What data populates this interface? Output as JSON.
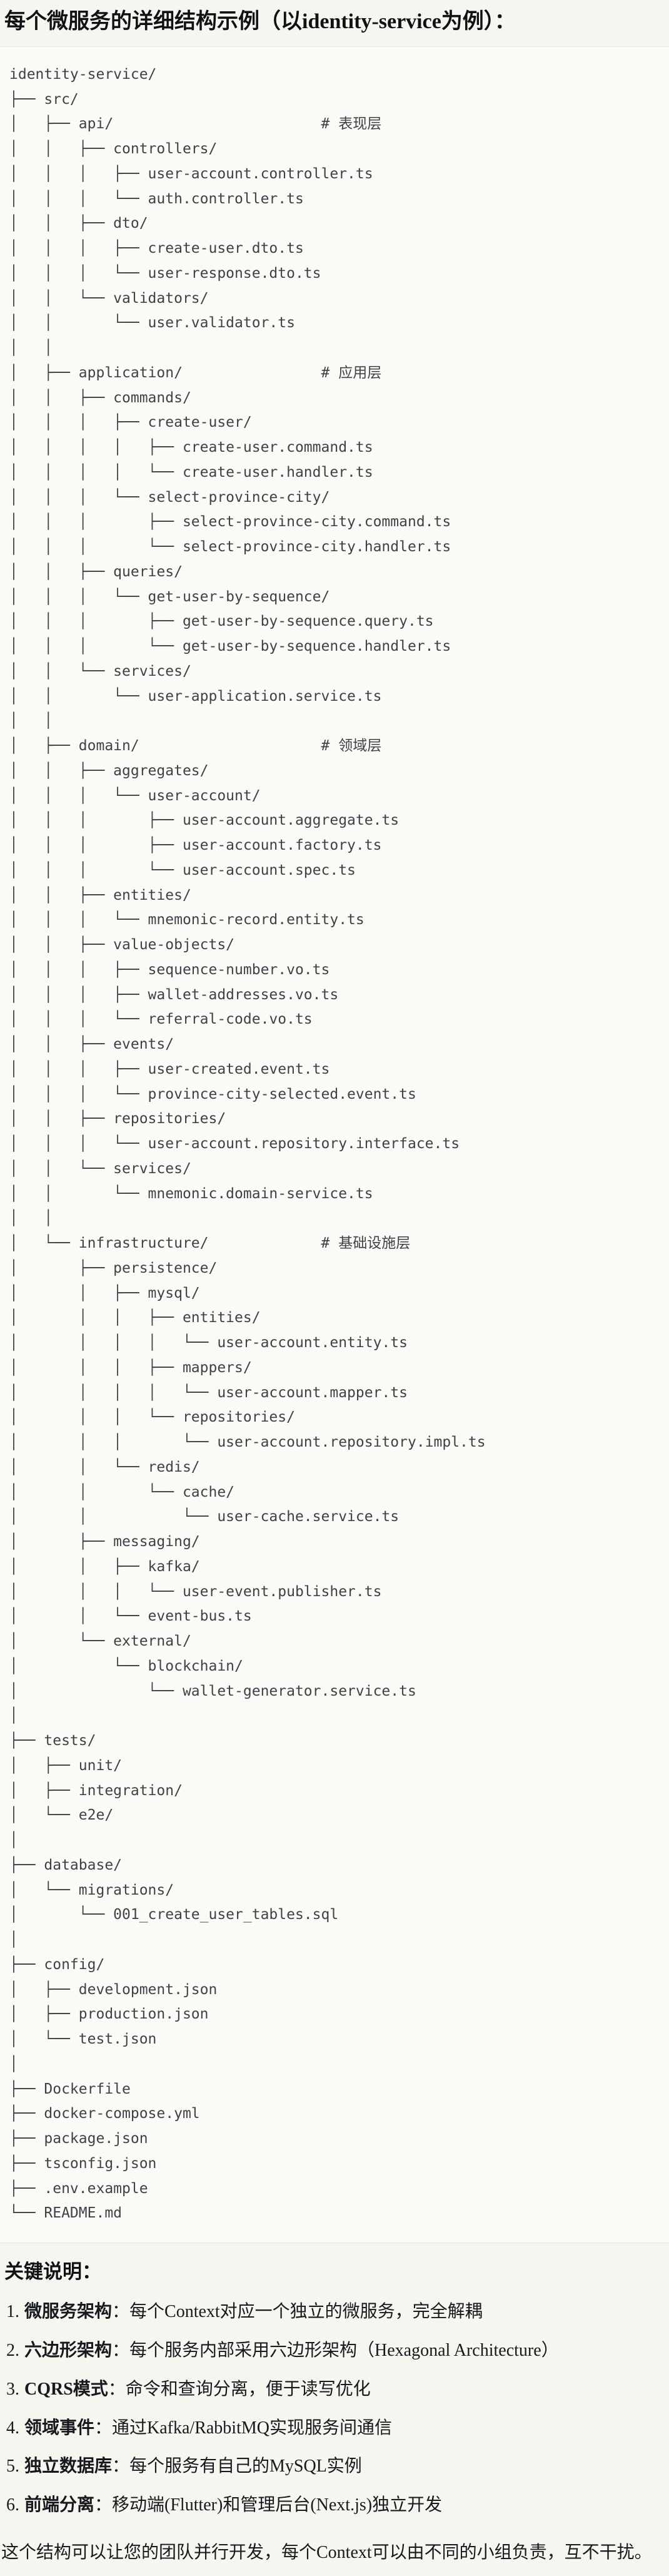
{
  "colors": {
    "page_bg": "#f6f5f0",
    "code_bg": "#fbfaf6",
    "code_border": "#e7e5dd",
    "code_text": "#3d4249"
  },
  "title": "每个微服务的详细结构示例（以identity-service为例）：",
  "tree_lines": [
    "identity-service/",
    "├── src/",
    "│   ├── api/                        # 表现层",
    "│   │   ├── controllers/",
    "│   │   │   ├── user-account.controller.ts",
    "│   │   │   └── auth.controller.ts",
    "│   │   ├── dto/",
    "│   │   │   ├── create-user.dto.ts",
    "│   │   │   └── user-response.dto.ts",
    "│   │   └── validators/",
    "│   │       └── user.validator.ts",
    "│   │",
    "│   ├── application/                # 应用层",
    "│   │   ├── commands/",
    "│   │   │   ├── create-user/",
    "│   │   │   │   ├── create-user.command.ts",
    "│   │   │   │   └── create-user.handler.ts",
    "│   │   │   └── select-province-city/",
    "│   │   │       ├── select-province-city.command.ts",
    "│   │   │       └── select-province-city.handler.ts",
    "│   │   ├── queries/",
    "│   │   │   └── get-user-by-sequence/",
    "│   │   │       ├── get-user-by-sequence.query.ts",
    "│   │   │       └── get-user-by-sequence.handler.ts",
    "│   │   └── services/",
    "│   │       └── user-application.service.ts",
    "│   │",
    "│   ├── domain/                     # 领域层",
    "│   │   ├── aggregates/",
    "│   │   │   └── user-account/",
    "│   │   │       ├── user-account.aggregate.ts",
    "│   │   │       ├── user-account.factory.ts",
    "│   │   │       └── user-account.spec.ts",
    "│   │   ├── entities/",
    "│   │   │   └── mnemonic-record.entity.ts",
    "│   │   ├── value-objects/",
    "│   │   │   ├── sequence-number.vo.ts",
    "│   │   │   ├── wallet-addresses.vo.ts",
    "│   │   │   └── referral-code.vo.ts",
    "│   │   ├── events/",
    "│   │   │   ├── user-created.event.ts",
    "│   │   │   └── province-city-selected.event.ts",
    "│   │   ├── repositories/",
    "│   │   │   └── user-account.repository.interface.ts",
    "│   │   └── services/",
    "│   │       └── mnemonic.domain-service.ts",
    "│   │",
    "│   └── infrastructure/             # 基础设施层",
    "│       ├── persistence/",
    "│       │   ├── mysql/",
    "│       │   │   ├── entities/",
    "│       │   │   │   └── user-account.entity.ts",
    "│       │   │   ├── mappers/",
    "│       │   │   │   └── user-account.mapper.ts",
    "│       │   │   └── repositories/",
    "│       │   │       └── user-account.repository.impl.ts",
    "│       │   └── redis/",
    "│       │       └── cache/",
    "│       │           └── user-cache.service.ts",
    "│       ├── messaging/",
    "│       │   ├── kafka/",
    "│       │   │   └── user-event.publisher.ts",
    "│       │   └── event-bus.ts",
    "│       └── external/",
    "│           └── blockchain/",
    "│               └── wallet-generator.service.ts",
    "│",
    "├── tests/",
    "│   ├── unit/",
    "│   ├── integration/",
    "│   └── e2e/",
    "│",
    "├── database/",
    "│   └── migrations/",
    "│       └── 001_create_user_tables.sql",
    "│",
    "├── config/",
    "│   ├── development.json",
    "│   ├── production.json",
    "│   └── test.json",
    "│",
    "├── Dockerfile",
    "├── docker-compose.yml",
    "├── package.json",
    "├── tsconfig.json",
    "├── .env.example",
    "└── README.md"
  ],
  "notes": {
    "heading": "关键说明：",
    "items": [
      {
        "num": "1.",
        "label": "微服务架构",
        "text": "：每个Context对应一个独立的微服务，完全解耦"
      },
      {
        "num": "2.",
        "label": "六边形架构",
        "text": "：每个服务内部采用六边形架构（Hexagonal Architecture）"
      },
      {
        "num": "3.",
        "label": "CQRS模式",
        "text": "：命令和查询分离，便于读写优化"
      },
      {
        "num": "4.",
        "label": "领域事件",
        "text": "：通过Kafka/RabbitMQ实现服务间通信"
      },
      {
        "num": "5.",
        "label": "独立数据库",
        "text": "：每个服务有自己的MySQL实例"
      },
      {
        "num": "6.",
        "label": "前端分离",
        "text": "：移动端(Flutter)和管理后台(Next.js)独立开发"
      }
    ],
    "footer": "这个结构可以让您的团队并行开发，每个Context可以由不同的小组负责，互不干扰。"
  }
}
